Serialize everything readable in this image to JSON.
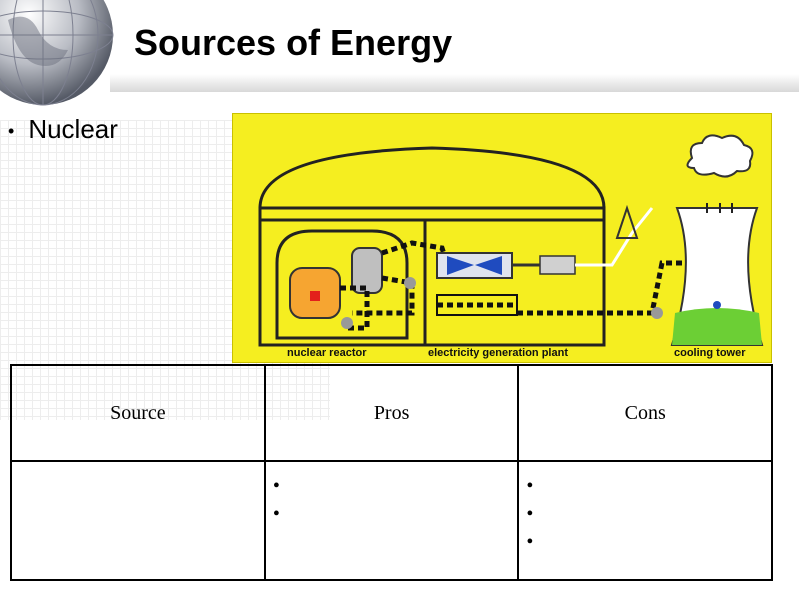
{
  "slide": {
    "title": "Sources of Energy",
    "bullet": "Nuclear"
  },
  "diagram": {
    "labels": {
      "reactor": "nuclear reactor",
      "plant": "electricity generation plant",
      "tower": "cooling tower"
    },
    "colors": {
      "background": "#f5ee20",
      "reactor": "#f6a531",
      "water": "#6ccf35",
      "core": "#e3201b"
    }
  },
  "table": {
    "headers": [
      "Source",
      "Pros",
      "Cons"
    ],
    "pros": [
      "•",
      "•"
    ],
    "cons": [
      "•",
      "•",
      "•"
    ]
  }
}
